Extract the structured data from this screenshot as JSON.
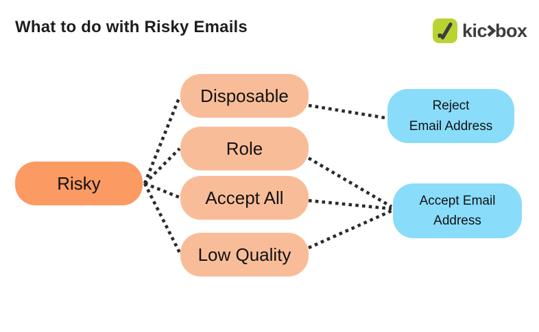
{
  "title": "What to do with Risky Emails",
  "logo": {
    "brand": "kickbox",
    "mark_glyph": "./",
    "text_pre": "kic",
    "text_post": "box"
  },
  "nodes": {
    "risky": {
      "label": "Risky",
      "type": "source"
    },
    "disposable": {
      "label": "Disposable",
      "type": "category"
    },
    "role": {
      "label": "Role",
      "type": "category"
    },
    "accept_all": {
      "label": "Accept All",
      "type": "category"
    },
    "low_quality": {
      "label": "Low Quality",
      "type": "category"
    },
    "reject_email": {
      "lines": [
        "Reject",
        "Email Address"
      ],
      "type": "outcome"
    },
    "accept_email": {
      "lines": [
        "Accept Email",
        "Address"
      ],
      "type": "outcome"
    }
  },
  "edges": [
    {
      "from": "Risky",
      "to": "Disposable"
    },
    {
      "from": "Risky",
      "to": "Role"
    },
    {
      "from": "Risky",
      "to": "Accept All"
    },
    {
      "from": "Risky",
      "to": "Low Quality"
    },
    {
      "from": "Disposable",
      "to": "Reject Email Address"
    },
    {
      "from": "Role",
      "to": "Accept Email Address"
    },
    {
      "from": "Accept All",
      "to": "Accept Email Address"
    },
    {
      "from": "Low Quality",
      "to": "Accept Email Address"
    }
  ],
  "colors": {
    "source_fill": "#fb9a62",
    "category_fill": "#f8bd98",
    "outcome_fill": "#89dcfa",
    "edge": "#2a2a2a",
    "title_text": "#1d1d1d",
    "logo_green": "#b9d333",
    "logo_text": "#3d3d3d"
  }
}
